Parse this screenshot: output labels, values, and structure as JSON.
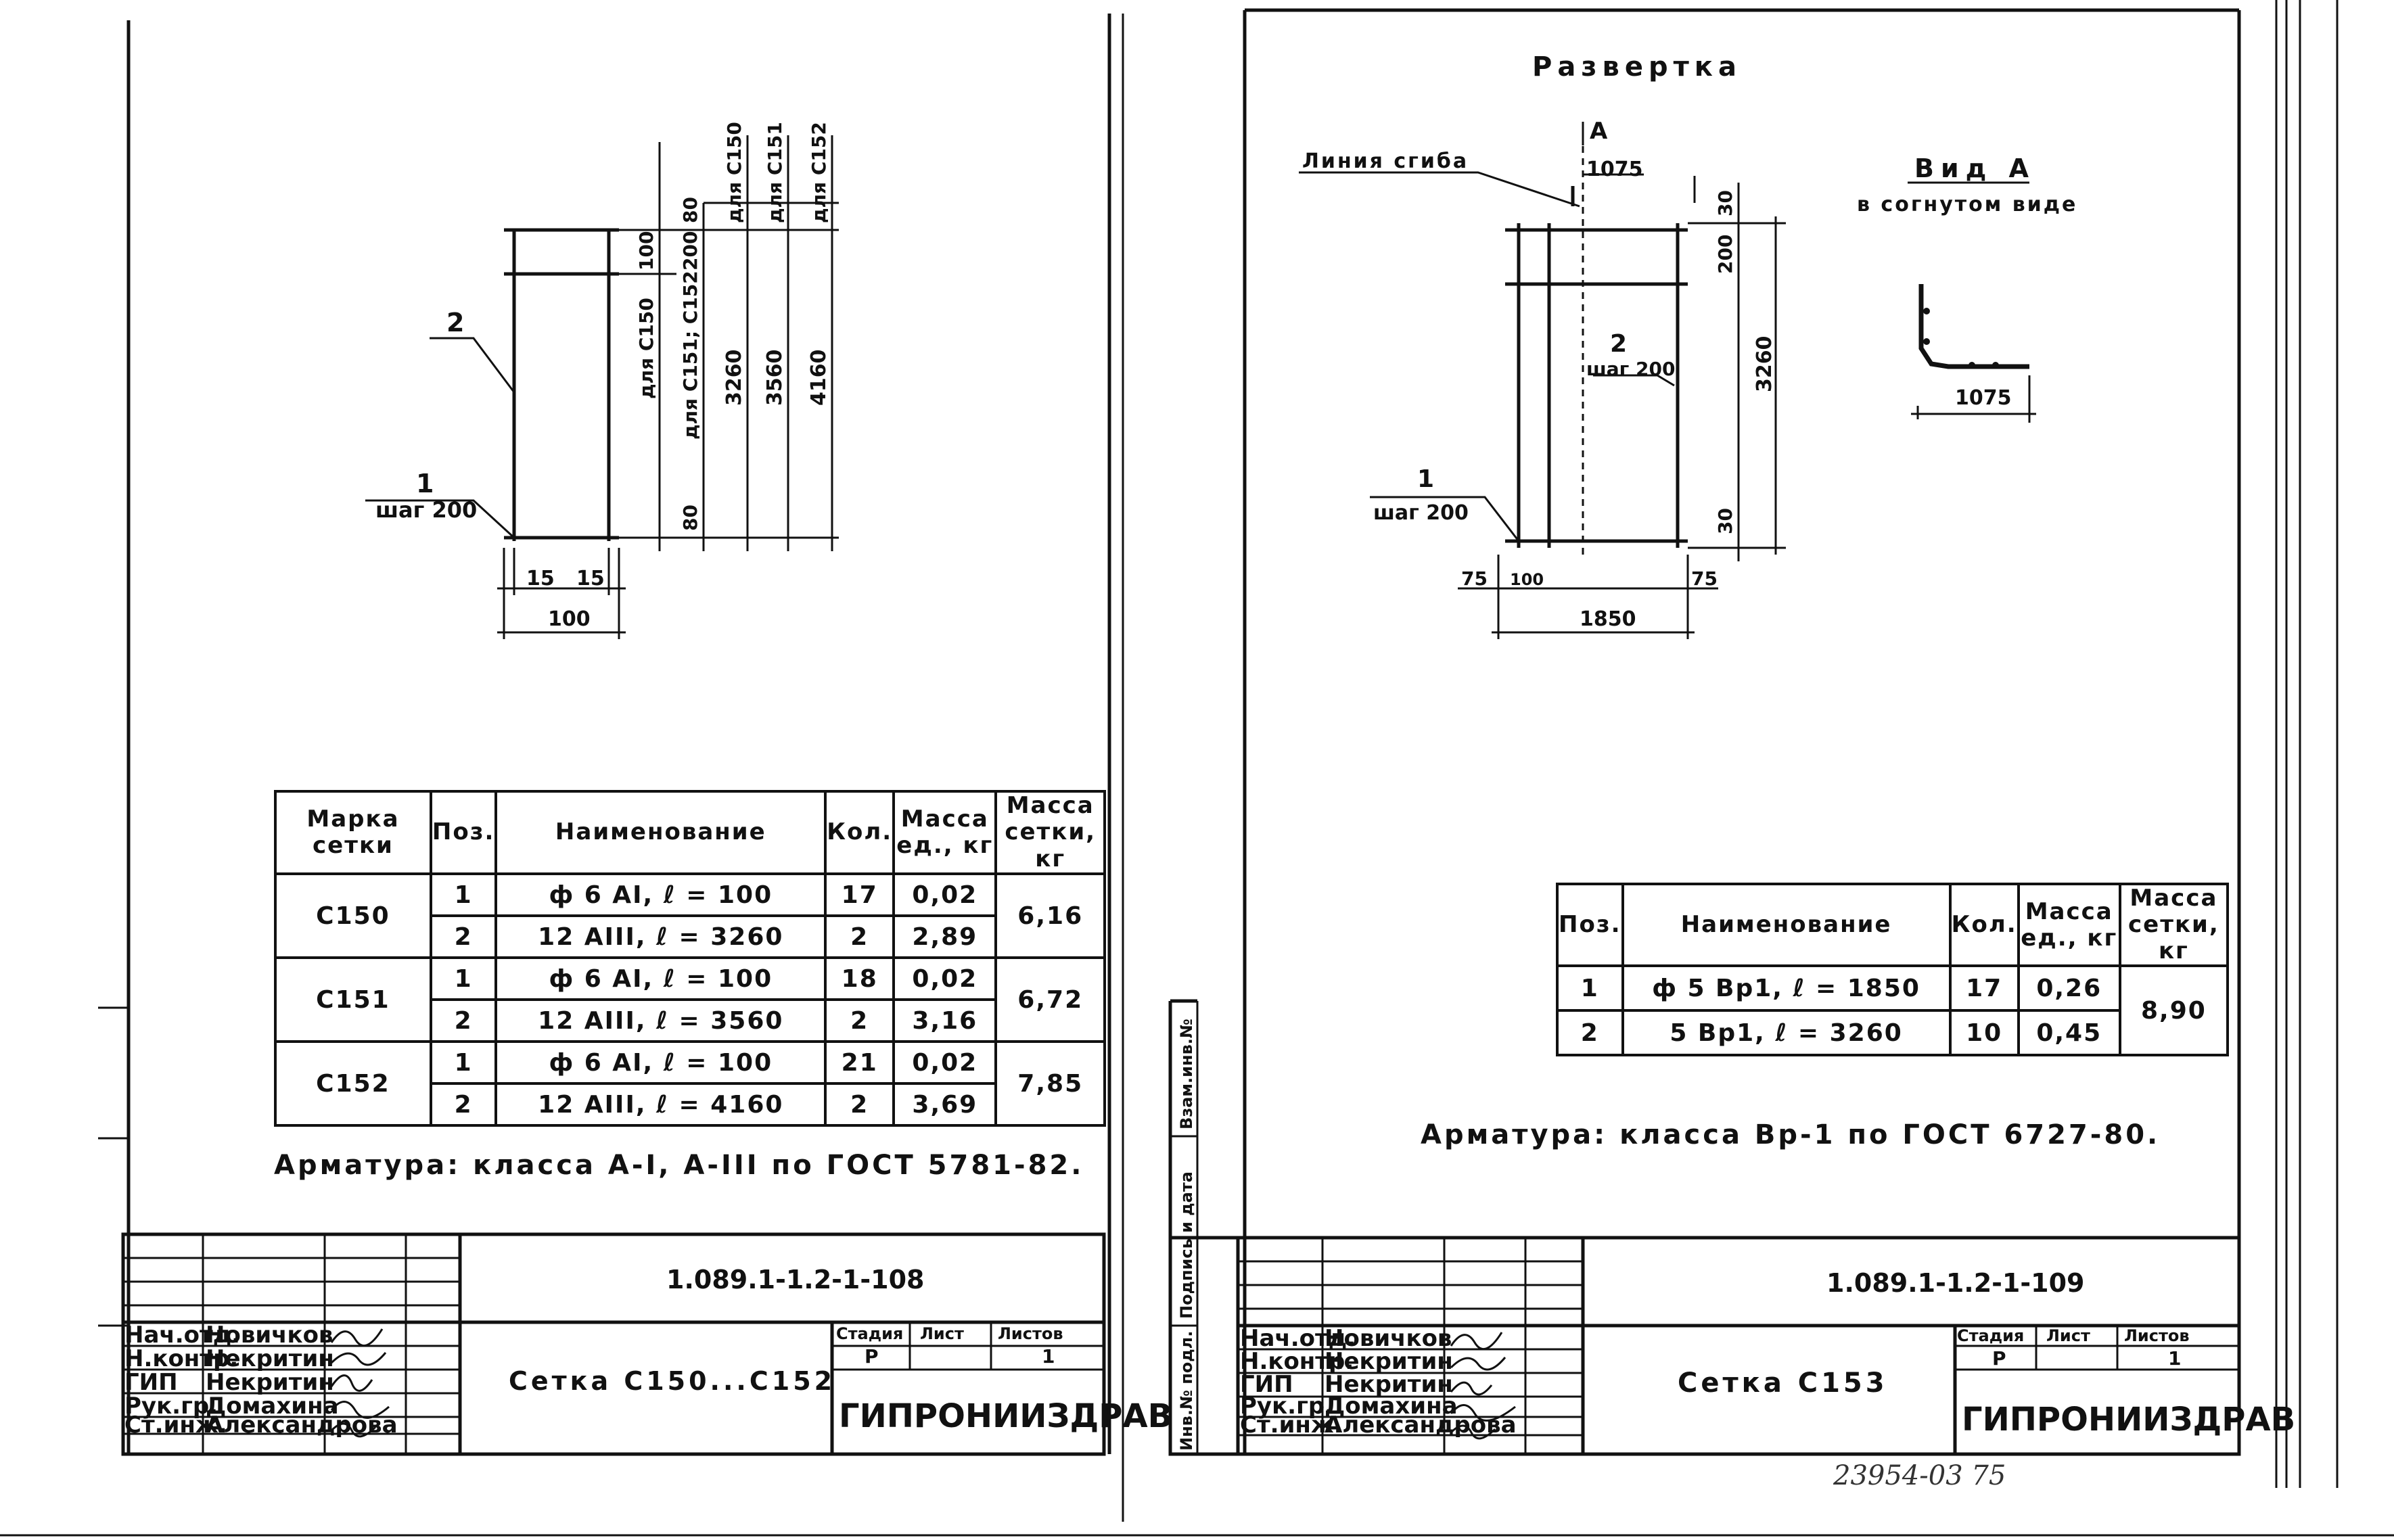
{
  "left_sheet": {
    "drawing": {
      "pos_2": "2",
      "pos_1": "1",
      "step": "шаг 200",
      "dim_15a": "15",
      "dim_15b": "15",
      "dim_100": "100",
      "dim_100_top": "100",
      "dim_200": "200",
      "dim_80_top": "80",
      "dim_80_bottom": "80",
      "label_c150": "для С150",
      "label_c151_c152": "для С151; С152",
      "dim_3260": "3260",
      "dim_3560": "3560",
      "dim_4160": "4160",
      "for_c150": "для С150",
      "for_c151": "для С151",
      "for_c152": "для С152"
    },
    "table": {
      "headers": [
        "Марка сетки",
        "Поз.",
        "Наименование",
        "Кол.",
        "Масса ед., кг",
        "Масса сетки, кг"
      ],
      "groups": [
        {
          "mark": "С150",
          "mass_total": "6,16",
          "rows": [
            {
              "pos": "1",
              "name": "ф 6 АI, ℓ = 100",
              "qty": "17",
              "mass": "0,02"
            },
            {
              "pos": "2",
              "name": "12 АIII, ℓ = 3260",
              "qty": "2",
              "mass": "2,89"
            }
          ]
        },
        {
          "mark": "С151",
          "mass_total": "6,72",
          "rows": [
            {
              "pos": "1",
              "name": "ф 6 АI, ℓ = 100",
              "qty": "18",
              "mass": "0,02"
            },
            {
              "pos": "2",
              "name": "12 АIII, ℓ = 3560",
              "qty": "2",
              "mass": "3,16"
            }
          ]
        },
        {
          "mark": "С152",
          "mass_total": "7,85",
          "rows": [
            {
              "pos": "1",
              "name": "ф 6 АI, ℓ = 100",
              "qty": "21",
              "mass": "0,02"
            },
            {
              "pos": "2",
              "name": "12 АIII, ℓ = 4160",
              "qty": "2",
              "mass": "3,69"
            }
          ]
        }
      ]
    },
    "note": "Арматура: класса А-I, А-III по ГОСТ 5781-82.",
    "stamp": {
      "code": "1.089.1-1.2-1-108",
      "title": "Сетка С150...С152",
      "stage_label": "Стадия",
      "sheet_label": "Лист",
      "sheets_label": "Листов",
      "stage": "Р",
      "sheets": "1",
      "org": "ГИПРОНИИЗДРАВ",
      "roles": [
        "Нач.отд.",
        "Н.контр.",
        "ГИП",
        "Рук.гр.",
        "Ст.инж."
      ],
      "names": [
        "Новичков",
        "Некритин",
        "Некритин",
        "Домахина",
        "Александрова"
      ]
    }
  },
  "right_sheet": {
    "drawing": {
      "title": "Развертка",
      "view_mark": "А",
      "bend_line": "Линия сгиба",
      "dim_1075": "1075",
      "dim_30_top": "30",
      "dim_200": "200",
      "dim_3260": "3260",
      "dim_30_bottom": "30",
      "pos_2": "2",
      "step_2": "шаг 200",
      "pos_1": "1",
      "step_1": "шаг 200",
      "dim_75a": "75",
      "dim_100": "100",
      "dim_75b": "75",
      "dim_1850": "1850",
      "view_title": "Вид А",
      "view_subtitle": "в согнутом виде",
      "view_dim": "1075"
    },
    "table": {
      "headers": [
        "Поз.",
        "Наименование",
        "Кол.",
        "Масса ед., кг",
        "Масса сетки, кг"
      ],
      "mass_total": "8,90",
      "rows": [
        {
          "pos": "1",
          "name": "ф 5 Вр1, ℓ = 1850",
          "qty": "17",
          "mass": "0,26"
        },
        {
          "pos": "2",
          "name": "5 Вр1, ℓ = 3260",
          "qty": "10",
          "mass": "0,45"
        }
      ]
    },
    "note": "Арматура: класса Вр-1 по ГОСТ 6727-80.",
    "side_labels": [
      "Инв.№ подл.",
      "Подпись и дата",
      "Взам.инв.№"
    ],
    "stamp": {
      "code": "1.089.1-1.2-1-109",
      "title": "Сетка С153",
      "stage_label": "Стадия",
      "sheet_label": "Лист",
      "sheets_label": "Листов",
      "stage": "Р",
      "sheets": "1",
      "org": "ГИПРОНИИЗДРАВ",
      "roles": [
        "Нач.отд.",
        "Н.контр.",
        "ГИП",
        "Рук.гр.",
        "Ст.инж."
      ],
      "names": [
        "Новичков",
        "Некритин",
        "Некритин",
        "Домахина",
        "Александрова"
      ]
    },
    "archive_number": "23954-03 75"
  }
}
